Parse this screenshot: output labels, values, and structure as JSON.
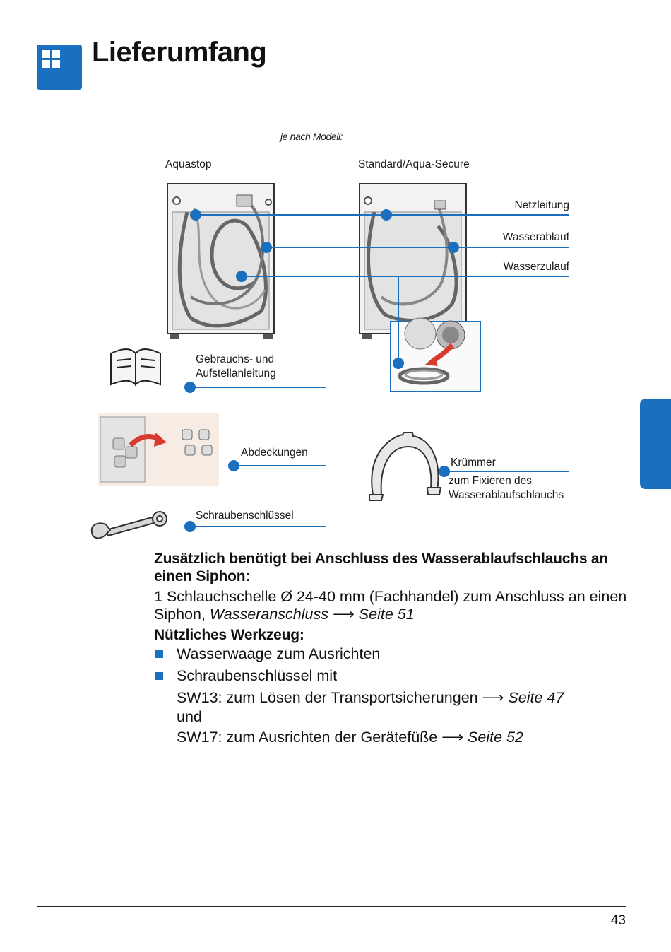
{
  "header": {
    "title": "Lieferumfang",
    "icon": "grid-icon",
    "accent": "#1a6fbf"
  },
  "diagram": {
    "model_note": "je nach Modell:",
    "aquastop_label": "Aquastop",
    "standard_label": "Standard/Aqua-Secure",
    "power_cable": "Netzleitung",
    "drain_hose": "Wasserablauf",
    "inlet_hose": "Wasserzulauf",
    "manual_line1": "Gebrauchs- und",
    "manual_line2": "Aufstellanleitung",
    "covers": "Abdeckungen",
    "elbow": "Krümmer",
    "elbow_desc_line1": "zum Fixieren des",
    "elbow_desc_line2": "Wasserablaufschlauchs",
    "wrench": "Schraubenschlüssel"
  },
  "content": {
    "heading1": "Zusätzlich benötigt bei Anschluss des Wasserablaufschlauchs an einen Siphon:",
    "para1_main": "1 Schlauchschelle Ø 24-40 mm (Fachhandel) zum Anschluss an einen Siphon, ",
    "para1_ref": "Wasseranschluss",
    "para1_arrow": " ⟶ ",
    "para1_page": "Seite 51",
    "heading2": "Nützliches Werkzeug:",
    "bullet1": "Wasserwaage zum Ausrichten",
    "bullet2": "Schraubenschlüssel mit",
    "sw13_text": "SW13: zum Lösen der Transportsicherungen",
    "sw13_arrow": " ⟶ ",
    "sw13_page": "Seite 47",
    "and_text": "und",
    "sw17_text": "SW17: zum Ausrichten der Gerätefüße",
    "sw17_arrow": " ⟶ ",
    "sw17_page": "Seite 52"
  },
  "footer": {
    "page_number": "43"
  }
}
